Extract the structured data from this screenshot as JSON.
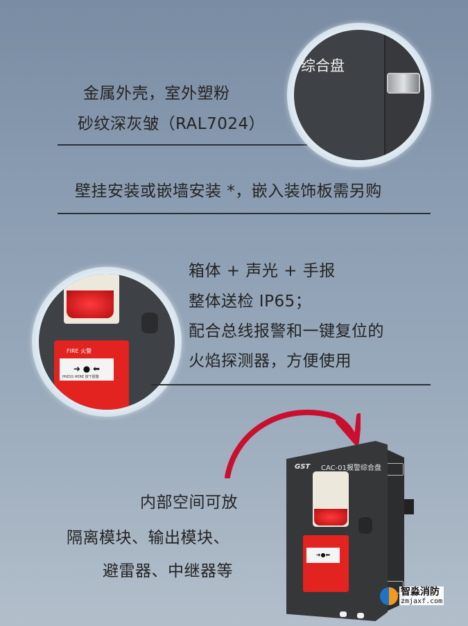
{
  "feature_1": {
    "lines": [
      "金属外壳，室外塑粉",
      "砂纹深灰皱（RAL7024）"
    ],
    "zoom_label": "综合盘"
  },
  "feature_2": {
    "text": "壁挂安装或嵌墙安装 *，嵌入装饰板需另购"
  },
  "feature_3": {
    "lines": [
      "箱体 + 声光 + 手报",
      "整体送检 IP65；",
      "配合总线报警和一键复位的",
      "火焰探测器，方便使用"
    ],
    "call_point_label": "FIRE 火警",
    "call_point_press": "PRESS HERE 按下报警"
  },
  "feature_4": {
    "lines": [
      "内部空间可放",
      "隔离模块、输出模块、",
      "避雷器、中继器等"
    ]
  },
  "product": {
    "brand": "GST",
    "model_label": "CAC-01报警综合盘"
  },
  "watermark": {
    "title": "智淼消防",
    "url": "zmjaxf.com"
  },
  "colors": {
    "accent_red": "#c8102e",
    "cabinet_gray": "#353739",
    "text_dark": "#232323"
  }
}
